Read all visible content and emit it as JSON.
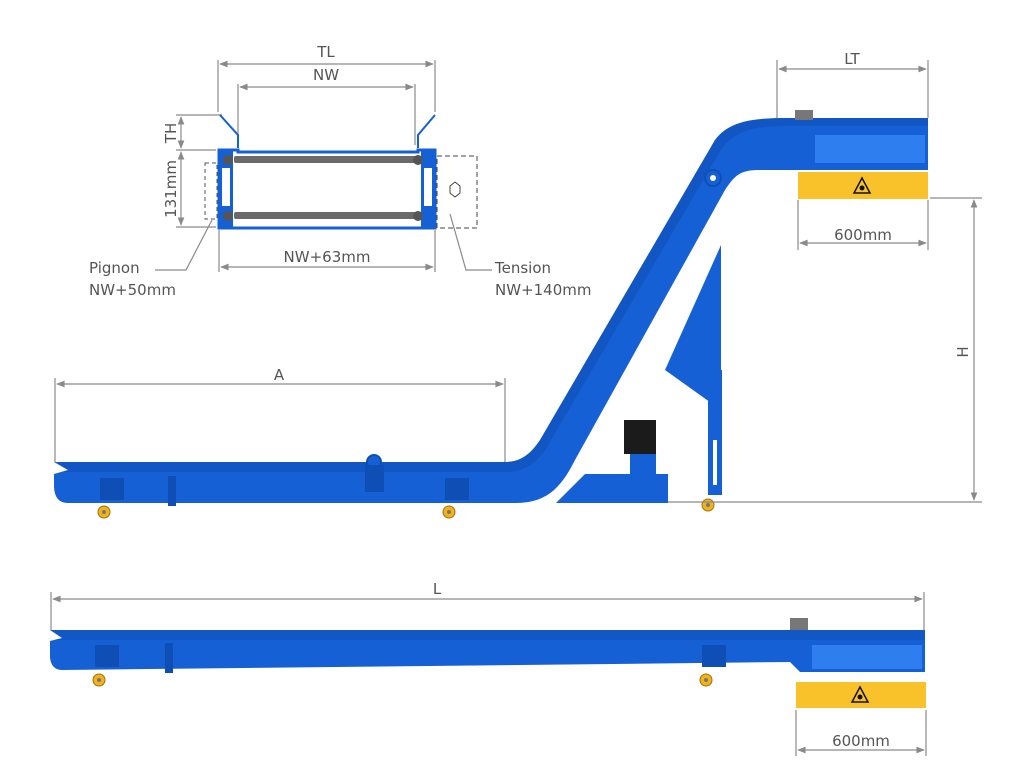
{
  "diagram": {
    "title": "Hinged belt chip conveyor dimensions",
    "cross_section": {
      "labels": {
        "total_width": "TL",
        "nominal_width": "NW",
        "trough_height": "TH",
        "belt_height": "131mm",
        "frame_width": "NW+63mm",
        "drive_side_label": "Pignon",
        "drive_side_value": "NW+50mm",
        "tension_side_label": "Tension",
        "tension_side_value": "NW+140mm"
      }
    },
    "elevated_view": {
      "labels": {
        "horizontal_length": "A",
        "discharge_length": "LT",
        "discharge_hood": "600mm",
        "discharge_height": "H"
      }
    },
    "flat_view": {
      "labels": {
        "total_length": "L",
        "discharge_hood": "600mm"
      }
    },
    "colors": {
      "frame_blue": "#1560d4",
      "guard_yellow": "#f9c22b",
      "dimension_gray": "#8a8a8a"
    },
    "icons": [
      "warning-entanglement-icon"
    ]
  }
}
